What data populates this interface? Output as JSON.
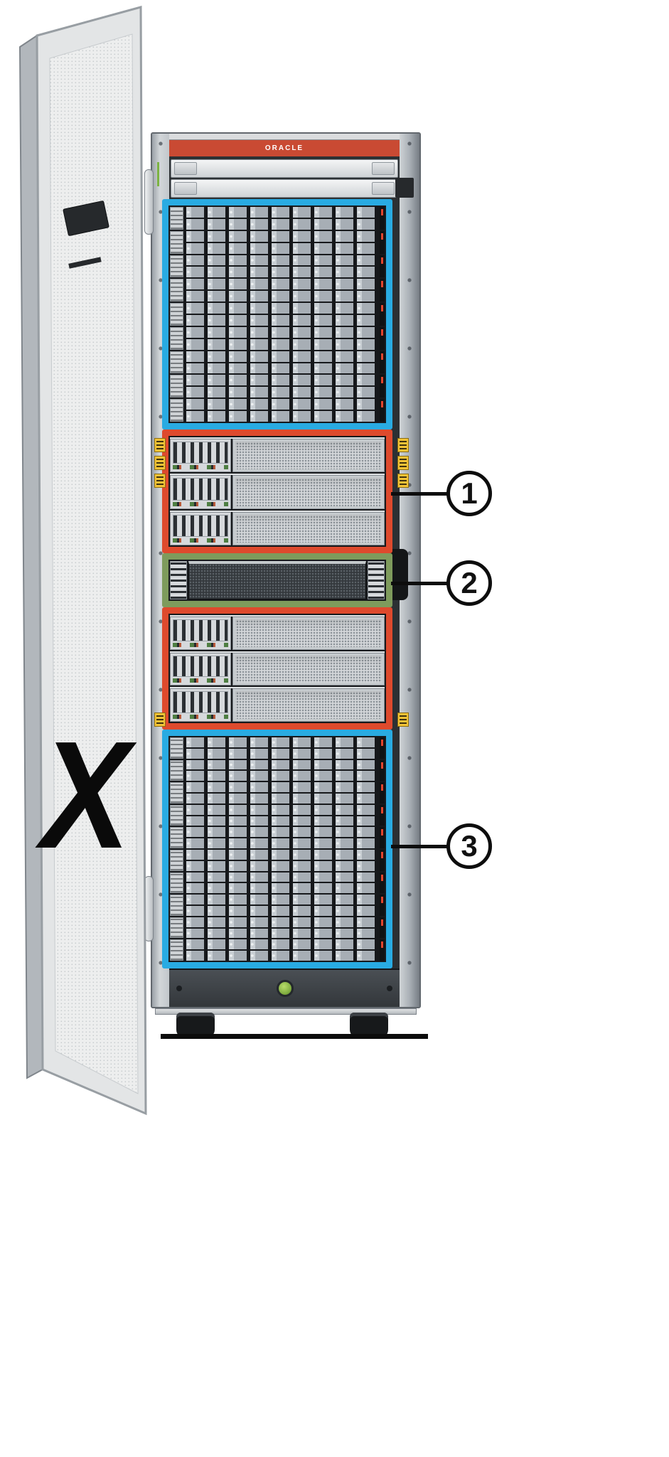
{
  "figure": {
    "brand_label": "ORACLE",
    "door_mark": "X"
  },
  "callouts": [
    {
      "number": "1"
    },
    {
      "number": "2"
    },
    {
      "number": "3"
    }
  ],
  "zones": {
    "top_shelves": 9,
    "upper_servers": 3,
    "green_servers": 1,
    "lower_servers": 3,
    "bottom_shelves": 10
  },
  "colors": {
    "highlight_blue": "#29ABE2",
    "highlight_red": "#DE4A2D",
    "highlight_green": "#7E9B5C",
    "brand_bar_red": "#C94A33",
    "power_button_green": "#84B043",
    "warning_label_yellow": "#F2C336"
  }
}
